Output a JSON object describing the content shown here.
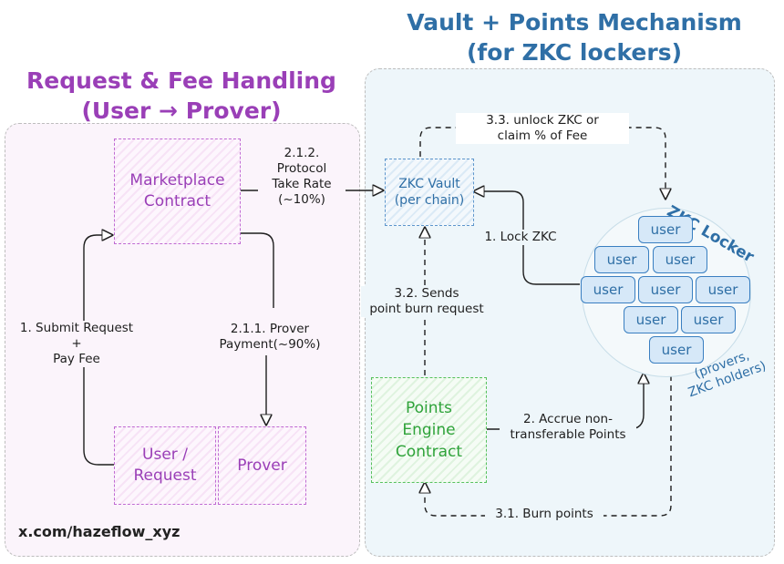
{
  "headings": {
    "left": "Request & Fee Handling\n(User → Prover)",
    "right": "Vault + Points Mechanism\n(for ZKC lockers)"
  },
  "boxes": {
    "marketplace": "Marketplace\nContract",
    "user_request": "User /\nRequest",
    "prover": "Prover",
    "zkc_vault": "ZKC Vault\n(per chain)",
    "points_engine": "Points\nEngine\nContract"
  },
  "labels": {
    "protocol_take": "2.1.2.\nProtocol\nTake Rate\n(~10%)",
    "submit_request": "1. Submit Request\n+\nPay Fee",
    "prover_payment": "2.1.1. Prover\nPayment(~90%)",
    "lock_zkc": "1. Lock ZKC",
    "sends_burn": "3.2. Sends\npoint burn request",
    "unlock_zkc": "3.3. unlock ZKC or\nclaim % of Fee",
    "accrue_points": "2. Accrue non-\ntransferable Points",
    "burn_points": "3.1. Burn points"
  },
  "locker": {
    "title": "ZKC Locker",
    "subtitle": "(provers,\nZKC holders)",
    "chip_label": "user"
  },
  "watermark": "x.com/hazeflow_xyz",
  "colors": {
    "purple": "#9a3fb7",
    "blue": "#2f6fa6",
    "green": "#2fa33a"
  }
}
